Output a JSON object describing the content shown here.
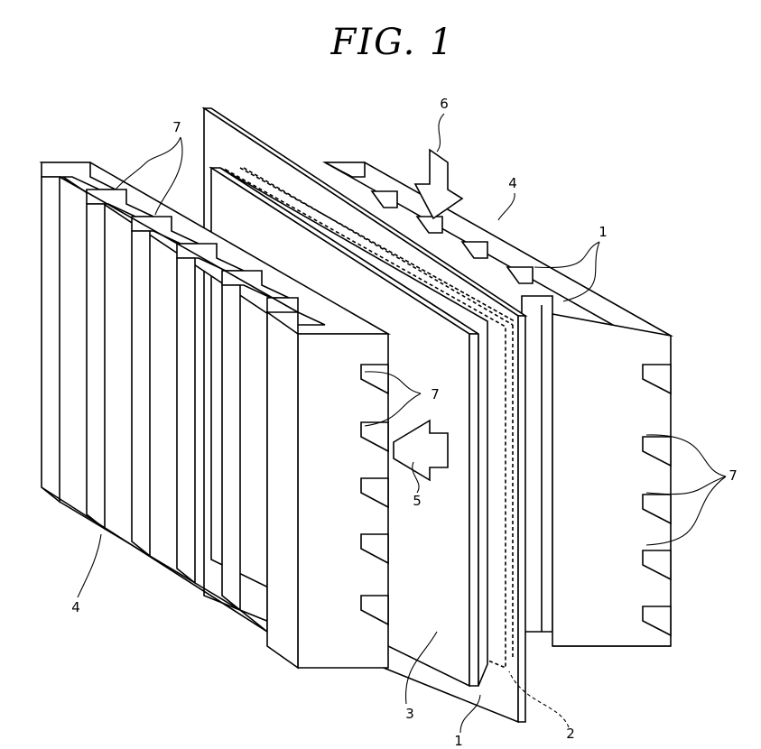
{
  "figure": {
    "title": "FIG. 1",
    "reference_labels": [
      {
        "id": "label-1-bottom",
        "text": "1",
        "part": "separator plate"
      },
      {
        "id": "label-1-right",
        "text": "1",
        "part": "separator plate (second cell)"
      },
      {
        "id": "label-2",
        "text": "2",
        "part": "membrane layer (dashed)"
      },
      {
        "id": "label-3",
        "text": "3",
        "part": "electrode plate"
      },
      {
        "id": "label-4-left",
        "text": "4",
        "part": "left finned block"
      },
      {
        "id": "label-4-right",
        "text": "4",
        "part": "right finned block"
      },
      {
        "id": "label-5",
        "text": "5",
        "part": "horizontal flow arrow"
      },
      {
        "id": "label-6",
        "text": "6",
        "part": "vertical flow arrow"
      },
      {
        "id": "label-7-topleft",
        "text": "7",
        "part": "grooves (top left)"
      },
      {
        "id": "label-7-center",
        "text": "7",
        "part": "grooves (center)"
      },
      {
        "id": "label-7-right",
        "text": "7",
        "part": "grooves (right)"
      }
    ]
  },
  "colors": {
    "line": "#000000",
    "fill": "#ffffff"
  }
}
